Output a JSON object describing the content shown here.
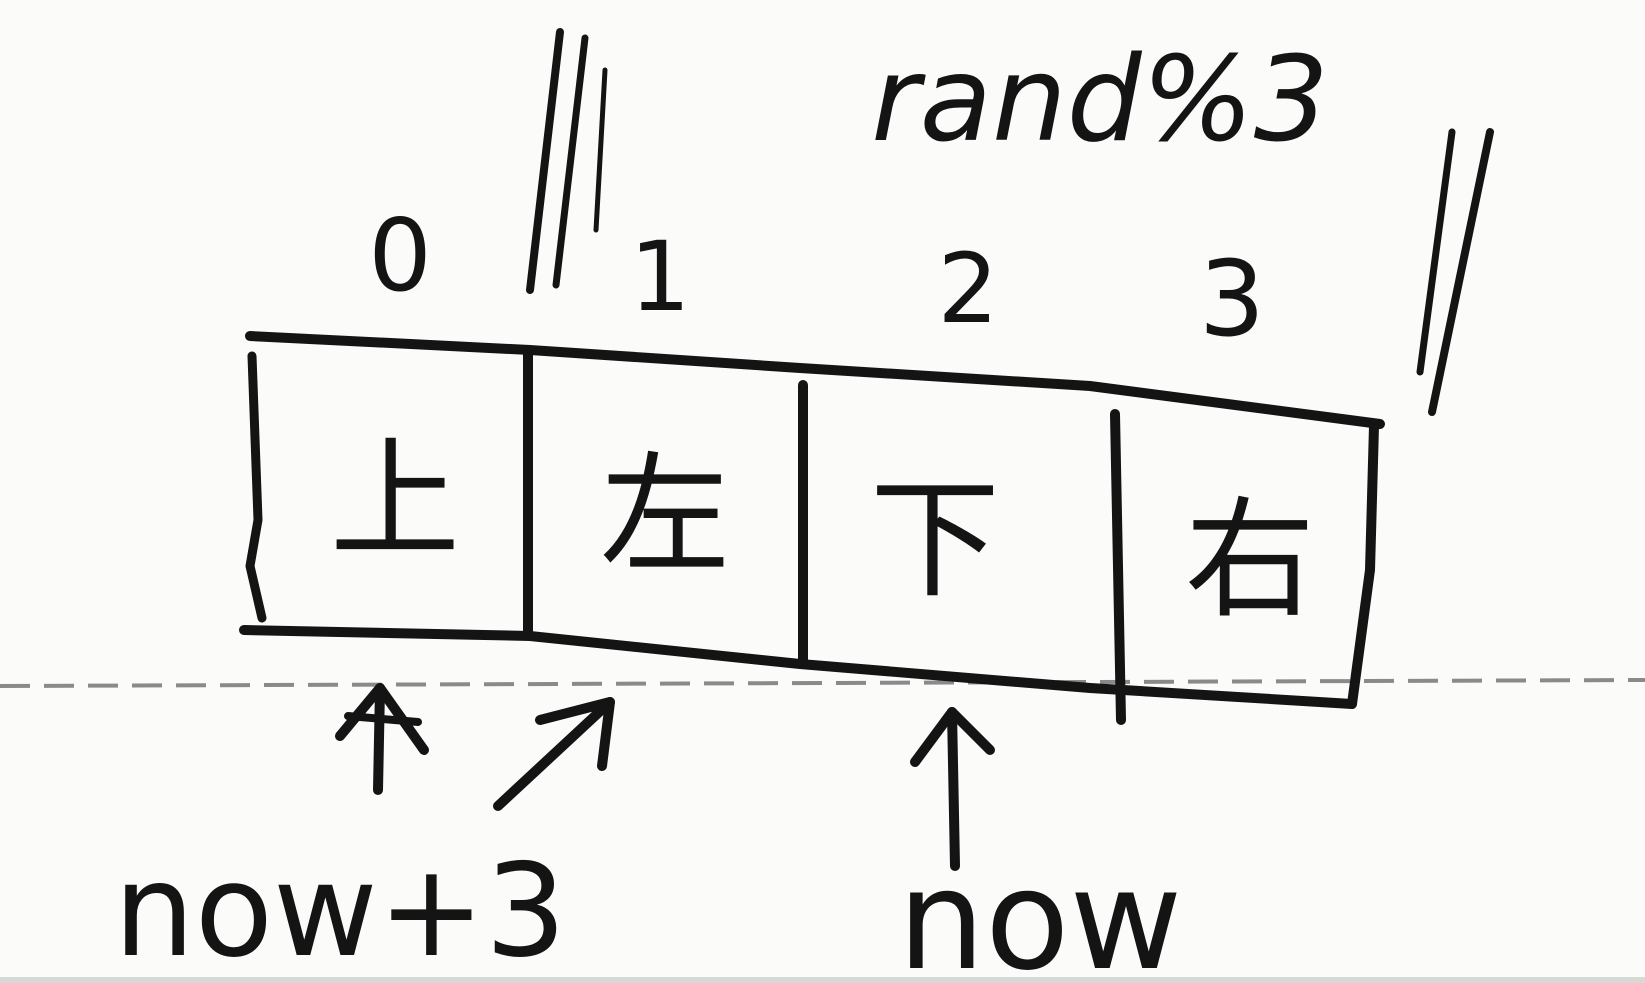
{
  "top_label": "rand%3",
  "indices": [
    "0",
    "1",
    "2",
    "3"
  ],
  "cells": [
    {
      "index": "0",
      "label": "上"
    },
    {
      "index": "1",
      "label": "左"
    },
    {
      "index": "2",
      "label": "下"
    },
    {
      "index": "3",
      "label": "右"
    }
  ],
  "pointers": {
    "left_label": "now+3",
    "right_label": "now"
  },
  "colors": {
    "ink": "#141414",
    "paper": "#fbfbfa",
    "rule_line": "#8a8a8a"
  }
}
